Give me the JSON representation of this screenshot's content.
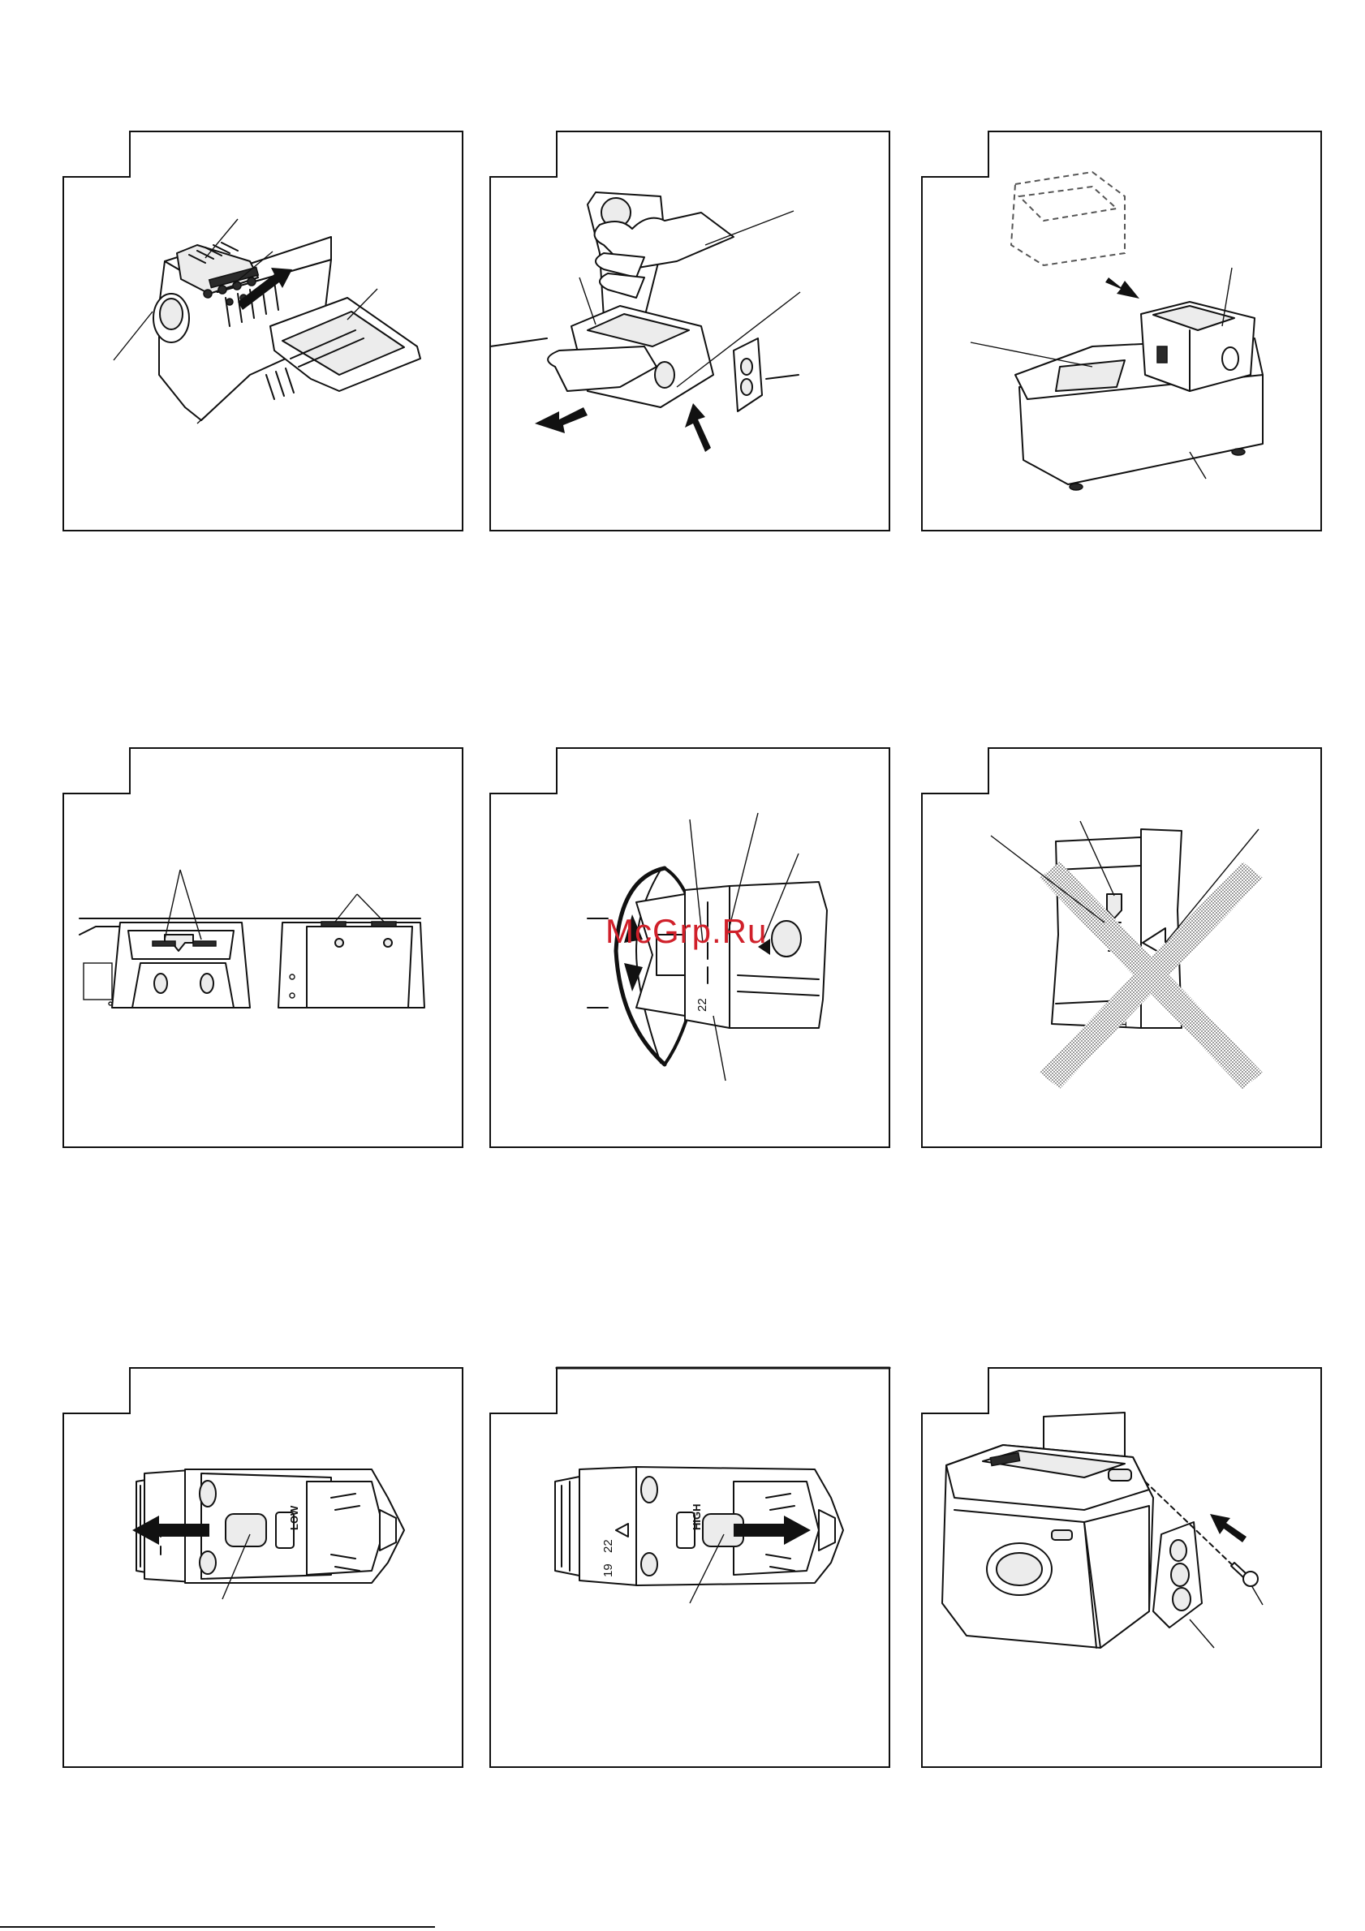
{
  "watermark": "McGrp.Ru",
  "dial": {
    "number_22": "22",
    "number_19": "19",
    "dot": "·"
  },
  "switch_labels": {
    "low": "LOW",
    "high": "HIGH"
  },
  "colors": {
    "ink": "#111111",
    "watermark": "#d0202a",
    "screen": "#ececec"
  }
}
